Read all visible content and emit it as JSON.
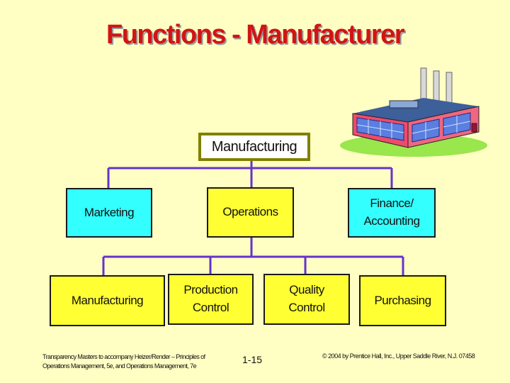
{
  "title": "Functions - Manufacturer",
  "nodes": {
    "root": "Manufacturing",
    "marketing": "Marketing",
    "operations": "Operations",
    "finance": [
      "Finance/",
      "Accounting"
    ],
    "manufacturing": "Manufacturing",
    "production_control": [
      "Production",
      "Control"
    ],
    "quality_control": [
      "Quality",
      "Control"
    ],
    "purchasing": "Purchasing"
  },
  "footer": {
    "left": "Transparency Masters to accompany Heizer/Render – Principles of Operations Management, 5e, and Operations Management, 7e",
    "page": "1-15",
    "right": "© 2004 by Prentice Hall, Inc.,  Upper Saddle River, N.J. 07458"
  },
  "colors": {
    "background": "#ffffc4",
    "title": "#d11414",
    "connector": "#6633cc",
    "cyan_box": "#33ffff",
    "yellow_box": "#ffff33",
    "root_border": "#808000"
  },
  "icons": [
    "factory-icon"
  ]
}
